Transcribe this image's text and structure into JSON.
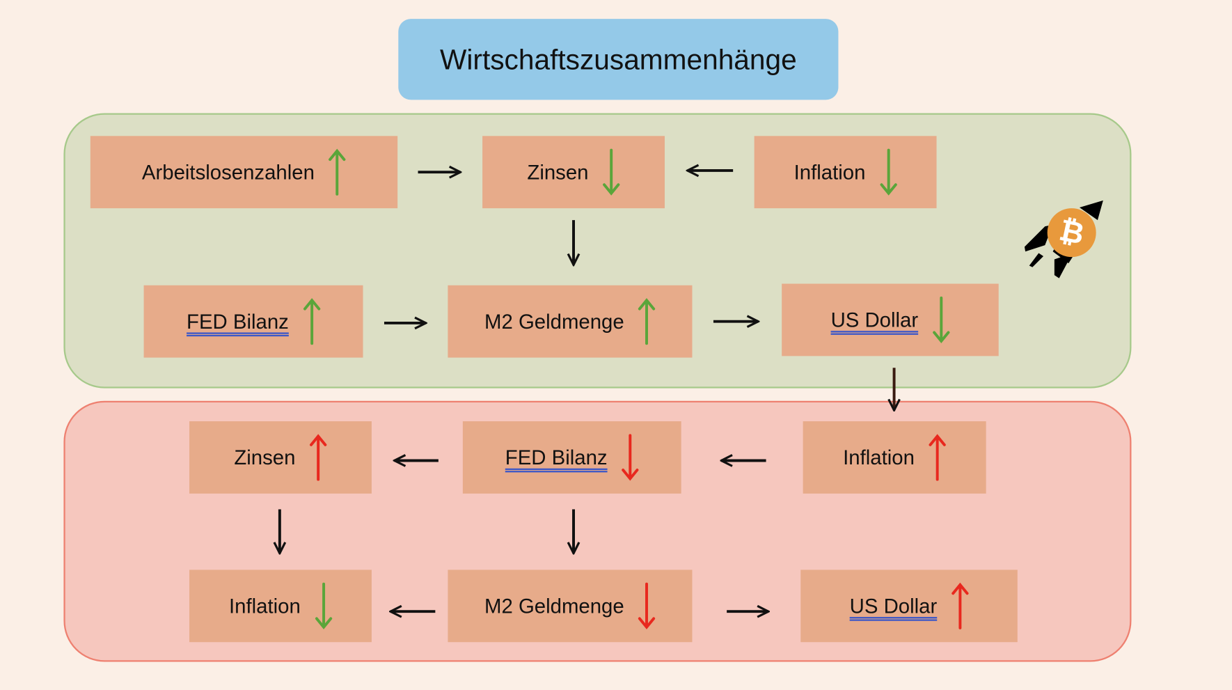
{
  "title": "Wirtschaftszusammenhänge",
  "colors": {
    "up_green": "#5aa53a",
    "down_green": "#5aa53a",
    "red": "#e8281e",
    "box": "#e7ab8a",
    "green_panel": "#dcdfc5",
    "red_panel": "#f6c7be",
    "title_bg": "#94c9e8",
    "bitcoin": "#e8993c"
  },
  "green_section": {
    "nodes": [
      {
        "label": "Arbeitslosenzahlen",
        "trend": "up",
        "color": "green"
      },
      {
        "label": "Zinsen",
        "trend": "down",
        "color": "green"
      },
      {
        "label": "Inflation",
        "trend": "down",
        "color": "green"
      },
      {
        "label": "FED Bilanz",
        "trend": "up",
        "color": "green"
      },
      {
        "label": "M2 Geldmenge",
        "trend": "up",
        "color": "green"
      },
      {
        "label": "US Dollar",
        "trend": "down",
        "color": "green"
      }
    ]
  },
  "red_section": {
    "nodes": [
      {
        "label": "Zinsen",
        "trend": "up",
        "color": "red"
      },
      {
        "label": "FED Bilanz",
        "trend": "down",
        "color": "red"
      },
      {
        "label": "Inflation",
        "trend": "up",
        "color": "red"
      },
      {
        "label": "Inflation",
        "trend": "down",
        "color": "green"
      },
      {
        "label": "M2 Geldmenge",
        "trend": "down",
        "color": "red"
      },
      {
        "label": "US Dollar",
        "trend": "up",
        "color": "red"
      }
    ]
  },
  "icons": {
    "rocket": "bitcoin-rocket-icon"
  }
}
